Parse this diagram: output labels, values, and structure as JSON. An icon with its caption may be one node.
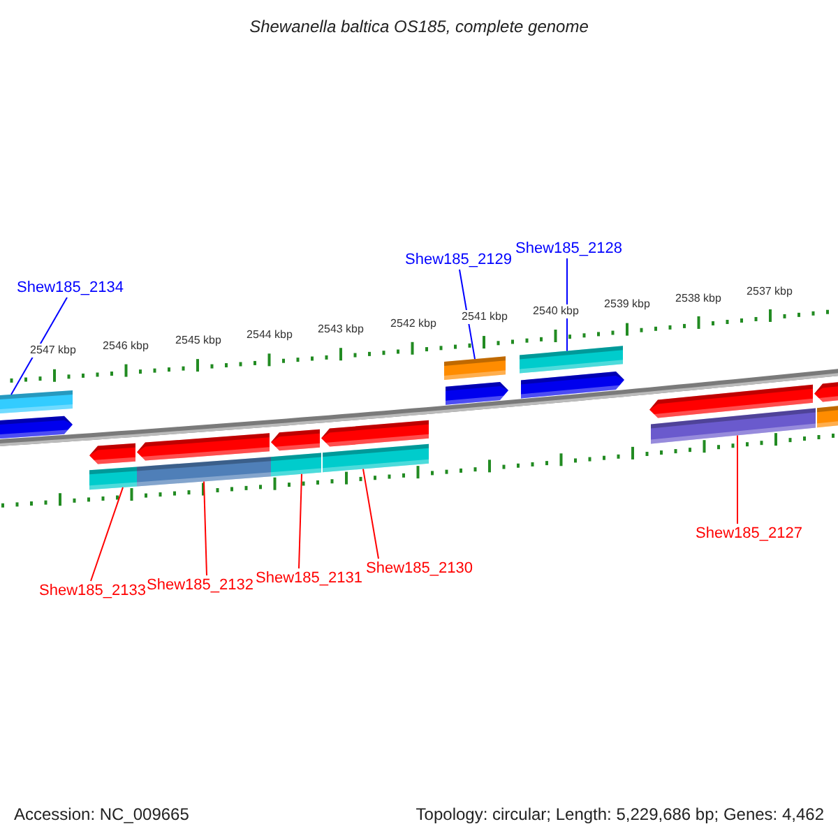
{
  "diagram": {
    "title": "Shewanella baltica OS185, complete genome",
    "nodes": [
      {
        "text": [
          "Shew185_2134"
        ]
      },
      {
        "text": [
          "Shew185_2129"
        ]
      },
      {
        "text": [
          "Shew185_2128"
        ]
      },
      {
        "text": [
          "Shew185_2133"
        ]
      },
      {
        "text": [
          "Shew185_2132"
        ]
      },
      {
        "text": [
          "Shew185_2131"
        ]
      },
      {
        "text": [
          "Shew185_2130"
        ]
      },
      {
        "text": [
          "Shew185_2127"
        ]
      },
      {
        "text": [],
        "shape": "bar"
      },
      {
        "text": [],
        "shape": "bar"
      },
      {
        "text": [],
        "shape": "bar"
      },
      {
        "text": [],
        "shape": "arrow"
      },
      {
        "text": [],
        "shape": "arrow"
      },
      {
        "text": [],
        "shape": "arrow"
      },
      {
        "text": [],
        "shape": "arrow"
      },
      {
        "text": [],
        "shape": "arrow"
      },
      {
        "text": [],
        "shape": "arrow"
      },
      {
        "text": [],
        "shape": "arrow"
      },
      {
        "text": [],
        "shape": "arrow"
      },
      {
        "text": [],
        "shape": "arrow"
      },
      {
        "text": [],
        "shape": "bar"
      },
      {
        "text": [],
        "shape": "bar"
      },
      {
        "text": [],
        "shape": "bar"
      },
      {
        "text": [],
        "shape": "bar"
      },
      {
        "text": [],
        "shape": "bar"
      },
      {
        "text": [],
        "shape": "bar"
      }
    ],
    "edges": [
      {
        "from": 0,
        "to": 8,
        "arrow": "none",
        "color": "#0000ff"
      },
      {
        "from": 1,
        "to": 9,
        "arrow": "none",
        "color": "#0000ff"
      },
      {
        "from": 2,
        "to": 10,
        "arrow": "none",
        "color": "#0000ff"
      },
      {
        "from": 3,
        "to": 20,
        "arrow": "none"
      },
      {
        "from": 4,
        "to": 21,
        "arrow": "none"
      },
      {
        "from": 5,
        "to": 22,
        "arrow": "none"
      },
      {
        "from": 6,
        "to": 23,
        "arrow": "none"
      },
      {
        "from": 7,
        "to": 24,
        "arrow": "none"
      }
    ],
    "labels": [
      "2547 kbp",
      "2546 kbp",
      "2545 kbp",
      "2544 kbp",
      "2543 kbp",
      "2542 kbp",
      "2541 kbp",
      "2540 kbp",
      "2539 kbp",
      "2538 kbp",
      "2537 kbp",
      "Accession: NC_009665",
      "Topology: circular; Length: 5,229,686 bp; Genes: 4,462"
    ]
  }
}
